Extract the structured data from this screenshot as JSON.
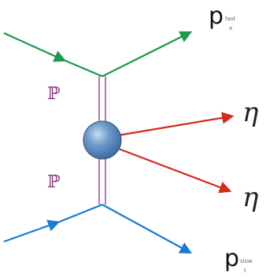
{
  "diagram": {
    "proton_top": {
      "label": "p",
      "sub_upper": "fast",
      "sub_lower": "e",
      "color": "#1a9a4a"
    },
    "proton_bottom": {
      "label": "p",
      "sub_upper": "slow",
      "sub_lower": "t",
      "color": "#1a7bd0"
    },
    "pomeron_top": {
      "label": "ℙ"
    },
    "pomeron_bottom": {
      "label": "ℙ"
    },
    "eta_top": {
      "label": "η",
      "color": "#d42a1c"
    },
    "eta_bottom": {
      "label": "η",
      "color": "#d42a1c"
    },
    "colors": {
      "pomeron_line": "#8a2f7e",
      "blob": "#5a86b8"
    }
  }
}
